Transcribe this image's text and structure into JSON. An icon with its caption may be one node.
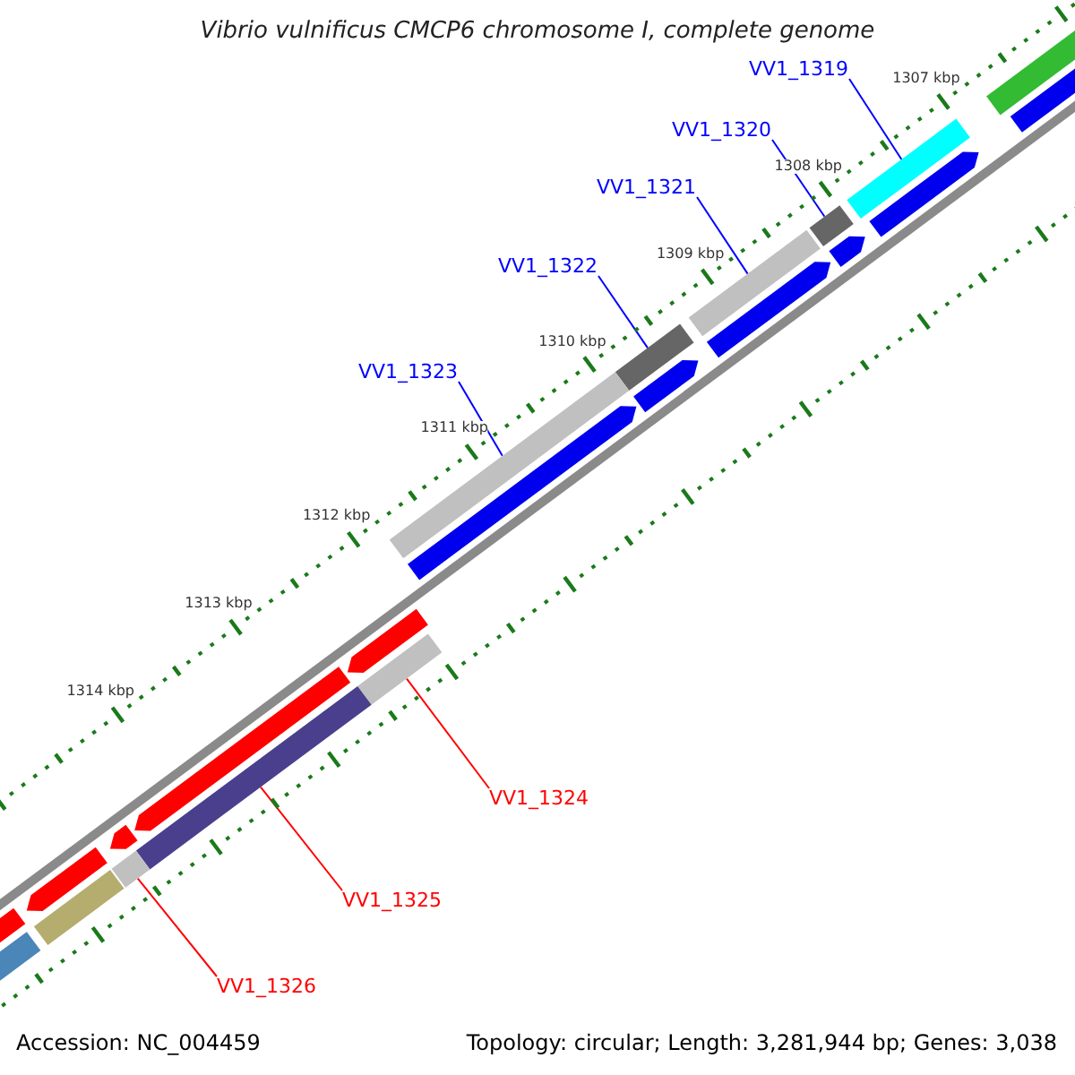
{
  "diagram": {
    "title": "Vibrio vulnificus CMCP6 chromosome I, complete genome",
    "nodes": [
      {
        "text": [
          "VV1_1319"
        ]
      },
      {
        "text": [
          "VV1_1320"
        ]
      },
      {
        "text": [
          "VV1_1321"
        ]
      },
      {
        "text": [
          "VV1_1322"
        ]
      },
      {
        "text": [
          "VV1_1323"
        ]
      },
      {
        "text": [
          "VV1_1324"
        ]
      },
      {
        "text": [
          "VV1_1325"
        ]
      },
      {
        "text": [
          "VV1_1326"
        ]
      },
      {
        "text": [],
        "shape": "bar"
      },
      {
        "text": [],
        "shape": "bar"
      },
      {
        "text": [],
        "shape": "bar"
      },
      {
        "text": [],
        "shape": "bar"
      },
      {
        "text": [],
        "shape": "bar"
      },
      {
        "text": [],
        "shape": "bar"
      },
      {
        "text": [],
        "shape": "bar"
      },
      {
        "text": [],
        "shape": "bar"
      }
    ],
    "edges": [
      {
        "from": 0,
        "to": 8,
        "arrow": "none"
      },
      {
        "from": 1,
        "to": 9,
        "arrow": "none"
      },
      {
        "from": 2,
        "to": 10,
        "arrow": "none"
      },
      {
        "from": 3,
        "to": 11,
        "arrow": "none"
      },
      {
        "from": 4,
        "to": 12,
        "arrow": "none"
      },
      {
        "from": 5,
        "to": 13,
        "arrow": "none",
        "color": "#ff0000"
      },
      {
        "from": 6,
        "to": 14,
        "arrow": "none",
        "color": "#ff0000"
      },
      {
        "from": 7,
        "to": 15,
        "arrow": "none",
        "color": "#ff0000"
      }
    ],
    "labels": [
      "1307 kbp",
      "1308 kbp",
      "1309 kbp",
      "1310 kbp",
      "1311 kbp",
      "1312 kbp",
      "1313 kbp",
      "1314 kbp",
      "Accession: NC_004459",
      "Topology: circular; Length: 3,281,944 bp; Genes: 3,038"
    ]
  }
}
